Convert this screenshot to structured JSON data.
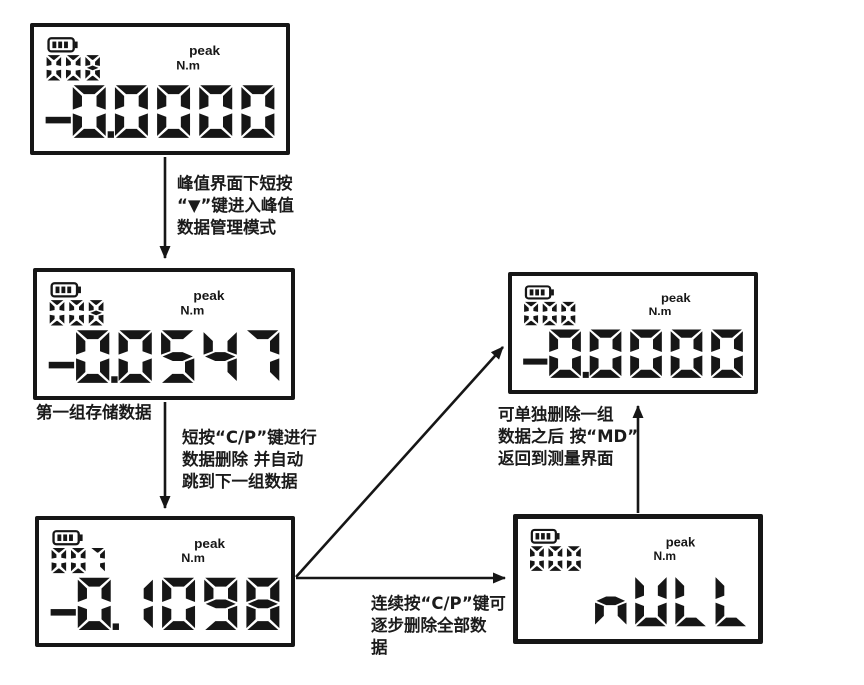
{
  "colors": {
    "ink": "#161616",
    "bg": "#ffffff"
  },
  "icons": {
    "battery": "battery-icon",
    "arrowhead": "arrowhead-icon",
    "down_triangle": "▼"
  },
  "panels": [
    {
      "name": "peak-measure-screen",
      "counter": "008",
      "peak_label": "peak",
      "unit": "N.m",
      "value": "-0.0000"
    },
    {
      "name": "stored-group-1-screen",
      "counter": "008",
      "peak_label": "peak",
      "unit": "N.m",
      "value": "-0.0547"
    },
    {
      "name": "stored-group-2-screen",
      "counter": "007",
      "peak_label": "peak",
      "unit": "N.m",
      "value": "-0.1098"
    },
    {
      "name": "return-measure-screen",
      "counter": "000",
      "peak_label": "peak",
      "unit": "N.m",
      "value": "-0.0000"
    },
    {
      "name": "all-deleted-screen",
      "counter": "000",
      "peak_label": "peak",
      "unit": "N.m",
      "value": "nULL"
    }
  ],
  "annotations": {
    "enter_peak_mode": "峰值界面下短按\n“▼”键进入峰值\n数据管理模式",
    "first_group": "第一组存储数据",
    "delete_jump": "短按“C/P”键进行\n数据删除 并自动\n跳到下一组数据",
    "single_delete_return": "可单独删除一组\n数据之后  按“MD”\n返回到测量界面",
    "continuous_delete": "连续按“C/P”键可\n逐步删除全部数\n据"
  }
}
